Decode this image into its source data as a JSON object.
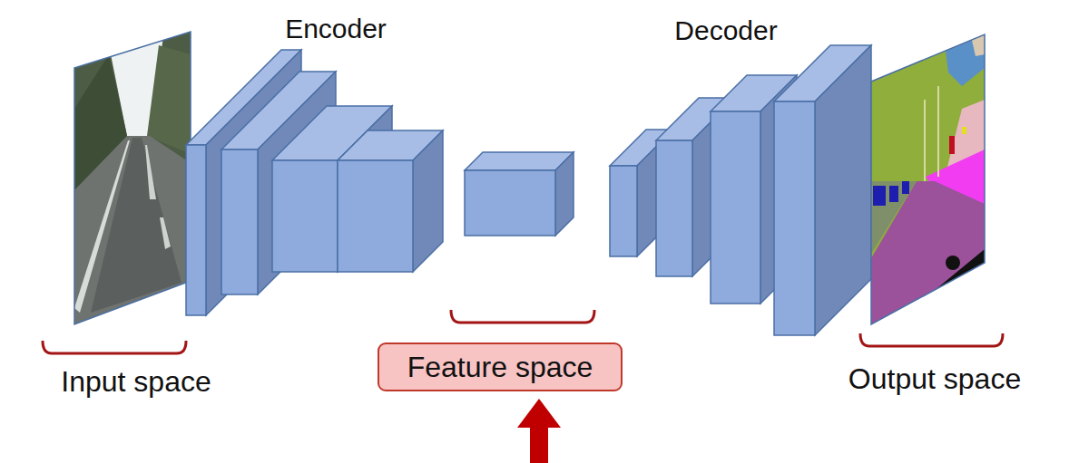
{
  "diagram": {
    "nodes": [
      {
        "text": [
          "Feature space"
        ]
      }
    ],
    "labels": [
      "Encoder",
      "Decoder",
      "Input space",
      "Output space"
    ]
  }
}
